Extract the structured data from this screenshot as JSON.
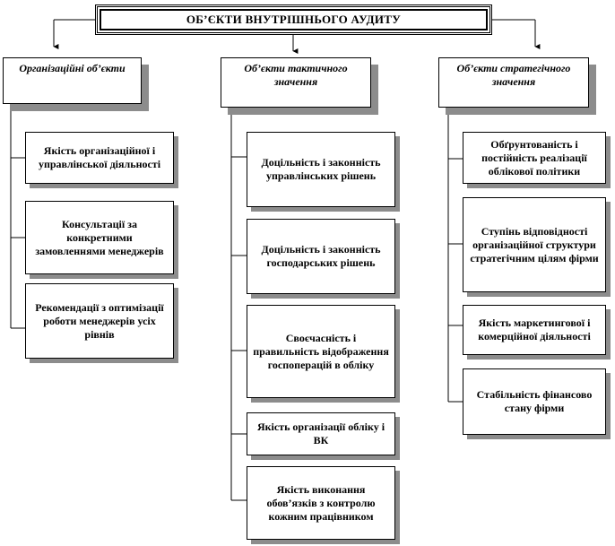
{
  "title": "ОБ’ЄКТИ ВНУТРІШНЬОГО АУДИТУ",
  "columns": [
    {
      "header": "Організаційні об’єкти",
      "items": [
        "Якість організаційної і управлінської діяльності",
        "Консультації за конкретними замовленнями менеджерів",
        "Рекомендації з оптимізації роботи менеджерів усіх рівнів"
      ]
    },
    {
      "header": "Об’єкти тактичного значення",
      "items": [
        "Доцільність і законність управлінських рішень",
        "Доцільність і законність господарських рішень",
        "Своєчасність і правильність відображення госпоперацій в обліку",
        "Якість організації обліку і ВК",
        "Якість виконання обов’язків з контролю кожним працівником"
      ]
    },
    {
      "header": "Об’єкти стратегічного значення",
      "items": [
        "Обґрунтованість і постійність реалізації облікової політики",
        "Ступінь відповідності організаційної структури стратегічним цілям фірми",
        "Якість маркетингової і комерційної діяльності",
        "Стабільність фінансово стану фірми"
      ]
    }
  ]
}
